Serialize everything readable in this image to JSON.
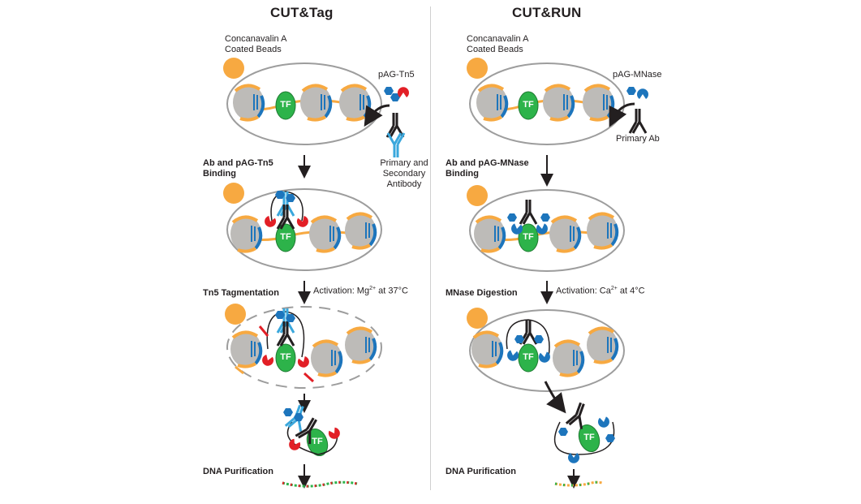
{
  "left": {
    "title": "CUT&Tag",
    "beads_label_1": "Concanavalin A",
    "beads_label_2": "Coated Beads",
    "enzyme_label": "pAG-Tn5",
    "antibody_label_1": "Primary and",
    "antibody_label_2": "Secondary",
    "antibody_label_3": "Antibody",
    "step1_1": "Ab and pAG-Tn5",
    "step1_2": "Binding",
    "step2": "Tn5 Tagmentation",
    "activation_prefix": "Activation: Mg",
    "activation_sup": "2+",
    "activation_suffix": " at 37°C",
    "step3": "DNA Purification",
    "tf_label": "TF"
  },
  "right": {
    "title": "CUT&RUN",
    "beads_label_1": "Concanavalin A",
    "beads_label_2": "Coated Beads",
    "enzyme_label": "pAG-MNase",
    "antibody_label": "Primary Ab",
    "step1_1": "Ab and pAG-MNase",
    "step1_2": "Binding",
    "step2": "MNase Digestion",
    "activation_prefix": "Activation: Ca",
    "activation_sup": "2+",
    "activation_suffix": " at 4°C",
    "step3": "DNA Purification",
    "tf_label": "TF"
  },
  "colors": {
    "bead": "#f7a941",
    "histone": "#bdbbb8",
    "dna_orange": "#f7a941",
    "dna_blue": "#1d75bc",
    "tf_green": "#2db34a",
    "protein_blue": "#1d75bc",
    "tn5_red": "#e21f26",
    "antibody_dark": "#231f20",
    "antibody_light": "#3aa7dc",
    "nucleus_outline": "#9d9d9d"
  }
}
